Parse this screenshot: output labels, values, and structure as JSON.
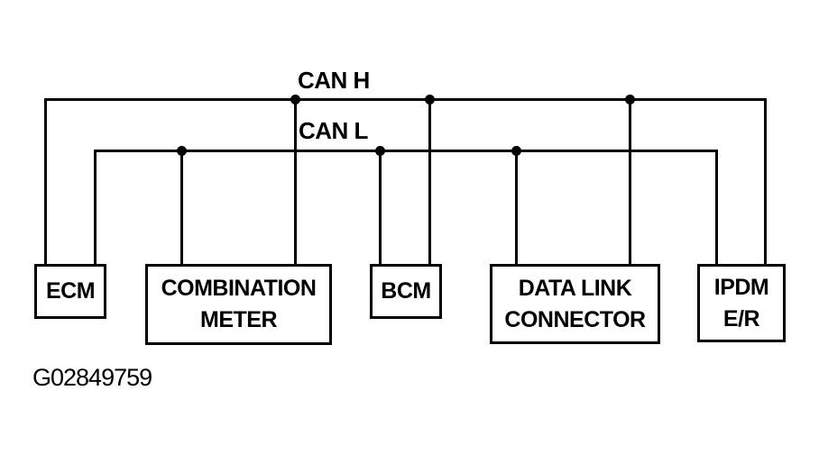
{
  "diagram": {
    "type": "can-bus-wiring-diagram",
    "figure_id": "G02849759",
    "colors": {
      "line": "#000000",
      "background": "#ffffff",
      "text": "#000000"
    },
    "buses": [
      {
        "id": "can-h",
        "label": "CAN H"
      },
      {
        "id": "can-l",
        "label": "CAN L"
      }
    ],
    "nodes": [
      {
        "id": "ecm",
        "label": "ECM",
        "connects_to": [
          "CAN H",
          "CAN L"
        ]
      },
      {
        "id": "combination-meter",
        "label": "COMBINATION METER",
        "connects_to": [
          "CAN H",
          "CAN L"
        ]
      },
      {
        "id": "bcm",
        "label": "BCM",
        "connects_to": [
          "CAN H",
          "CAN L"
        ]
      },
      {
        "id": "data-link-connector",
        "label": "DATA LINK CONNECTOR",
        "connects_to": [
          "CAN H",
          "CAN L"
        ]
      },
      {
        "id": "ipdm-er",
        "label": "IPDM E/R",
        "connects_to": [
          "CAN H",
          "CAN L"
        ]
      }
    ]
  }
}
